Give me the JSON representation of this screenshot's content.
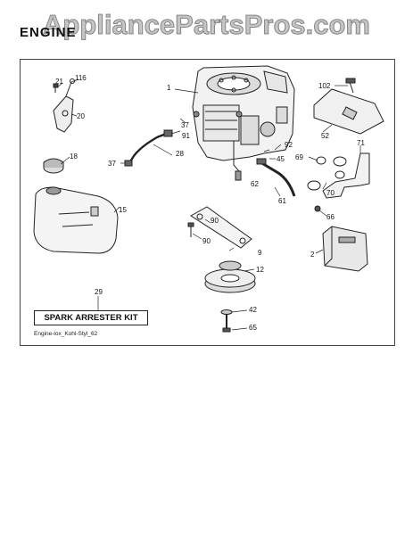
{
  "watermark": "AppliancePartsPros.com",
  "page_title": "ENGINE",
  "kit_label": "SPARK ARRESTER KIT",
  "footer_code": "Engine-lox_Kohl-Styl_62",
  "callouts": [
    {
      "id": "c1",
      "text": "1"
    },
    {
      "id": "c2",
      "text": "2"
    },
    {
      "id": "c9",
      "text": "9"
    },
    {
      "id": "c12",
      "text": "12"
    },
    {
      "id": "c15",
      "text": "15"
    },
    {
      "id": "c18",
      "text": "18"
    },
    {
      "id": "c20",
      "text": "20"
    },
    {
      "id": "c21",
      "text": "21"
    },
    {
      "id": "c28",
      "text": "28"
    },
    {
      "id": "c29",
      "text": "29"
    },
    {
      "id": "c37a",
      "text": "37"
    },
    {
      "id": "c37b",
      "text": "37"
    },
    {
      "id": "c42",
      "text": "42"
    },
    {
      "id": "c45",
      "text": "45"
    },
    {
      "id": "c52",
      "text": "52"
    },
    {
      "id": "c61",
      "text": "61"
    },
    {
      "id": "c62",
      "text": "62"
    },
    {
      "id": "c65",
      "text": "65"
    },
    {
      "id": "c66",
      "text": "66"
    },
    {
      "id": "c69",
      "text": "69"
    },
    {
      "id": "c70",
      "text": "70"
    },
    {
      "id": "c71",
      "text": "71"
    },
    {
      "id": "c90a",
      "text": "90"
    },
    {
      "id": "c90b",
      "text": "90"
    },
    {
      "id": "c91",
      "text": "91"
    },
    {
      "id": "c92",
      "text": "92"
    },
    {
      "id": "c102",
      "text": "102"
    },
    {
      "id": "c116",
      "text": "116"
    }
  ]
}
